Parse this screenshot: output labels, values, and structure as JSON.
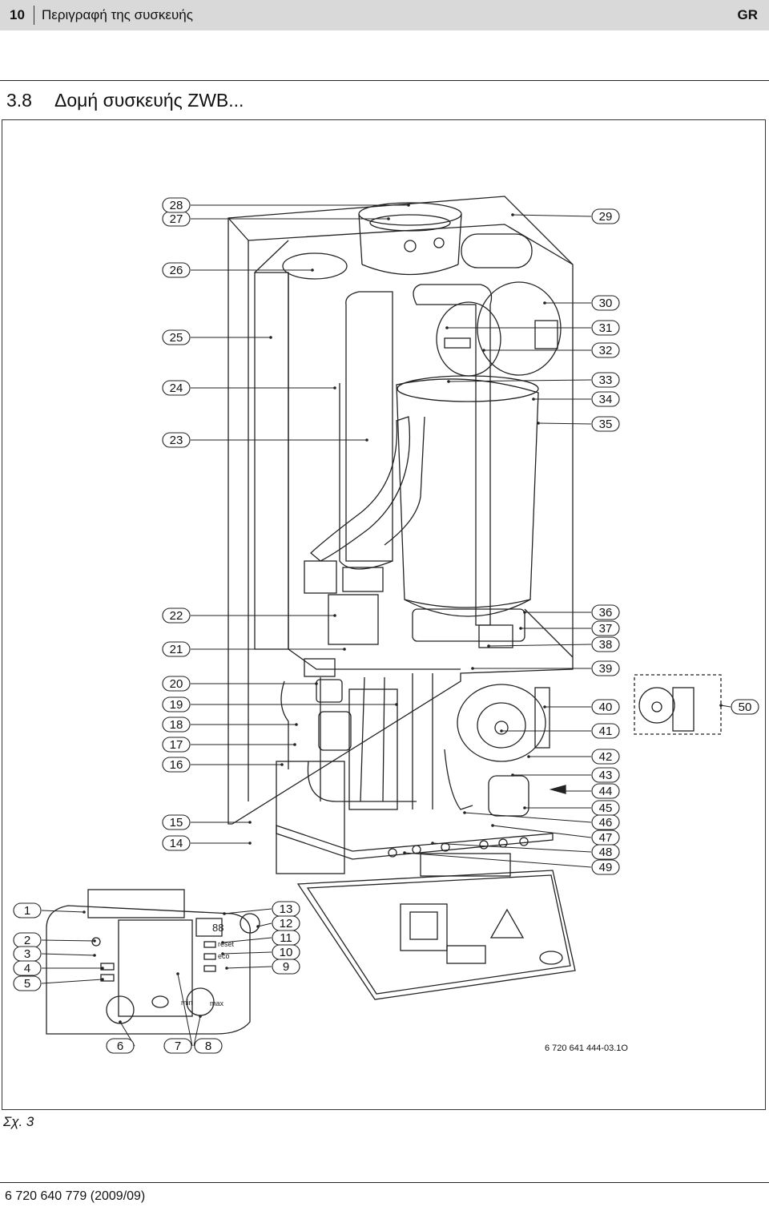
{
  "header": {
    "page_number": "10",
    "section_title": "Περιγραφή της συσκευής",
    "language": "GR"
  },
  "section": {
    "number": "3.8",
    "title": "Δομή συσκευής ZWB..."
  },
  "figure": {
    "code": "6 720 641 444-03.1O",
    "caption": "Σχ. 3",
    "labels": [
      "1",
      "2",
      "3",
      "4",
      "5",
      "6",
      "7",
      "8",
      "9",
      "10",
      "11",
      "12",
      "13",
      "14",
      "15",
      "16",
      "17",
      "18",
      "19",
      "20",
      "21",
      "22",
      "23",
      "24",
      "25",
      "26",
      "27",
      "28",
      "29",
      "30",
      "31",
      "32",
      "33",
      "34",
      "35",
      "36",
      "37",
      "38",
      "39",
      "40",
      "41",
      "42",
      "43",
      "44",
      "45",
      "46",
      "47",
      "48",
      "49",
      "50"
    ],
    "panel_text": {
      "reset": "reset",
      "eco": "eco",
      "min": "min",
      "max": "max",
      "display": "88"
    }
  },
  "footer": {
    "doc_ref": "6 720 640 779 (2009/09)"
  }
}
